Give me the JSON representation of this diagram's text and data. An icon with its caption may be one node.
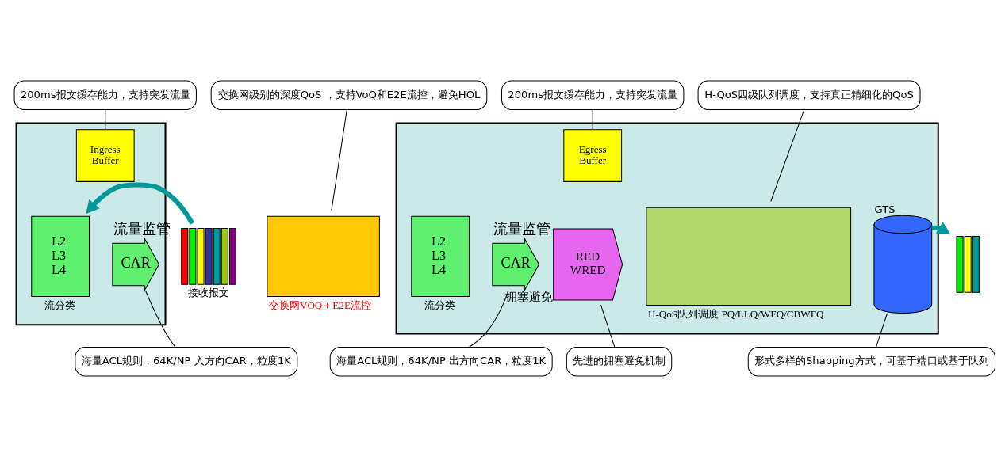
{
  "diagram": {
    "nodes": [
      {
        "text": [
          "200ms报文缓存能力，支持突发流量"
        ]
      },
      {
        "text": [
          "交换网级别的深度QoS ，支持VoQ和E2E流控，避免HOL"
        ]
      },
      {
        "text": [
          "200ms报文缓存能力，支持突发流量"
        ]
      },
      {
        "text": [
          "H-QoS四级队列调度，支持真正精细化的QoS"
        ]
      },
      {
        "text": [],
        "shape": "picture",
        "beside": [
          "接收报文"
        ]
      },
      {
        "text": [],
        "shape": "box"
      },
      {
        "text": [
          "Ingress Buffer"
        ],
        "in": 5
      },
      {
        "text": [
          "L2 L3 L4"
        ],
        "in": 5,
        "beside": [
          "流分类"
        ]
      },
      {
        "text": [
          "CAR"
        ],
        "in": 5,
        "beside": [
          "流量监管"
        ]
      },
      {
        "text": [],
        "shape": "box",
        "beside": [
          "交换网VOQ＋E2E流控"
        ]
      },
      {
        "text": [],
        "shape": "box"
      },
      {
        "text": [
          "Egress Buffer"
        ],
        "in": 10
      },
      {
        "text": [
          "L2 L3 L4"
        ],
        "in": 10,
        "beside": [
          "流分类"
        ]
      },
      {
        "text": [
          "CAR"
        ],
        "in": 10,
        "beside": [
          "流量监管"
        ]
      },
      {
        "text": [
          "RED WRED"
        ],
        "in": 10,
        "beside": [
          "拥塞避免"
        ]
      },
      {
        "text": [],
        "shape": "box",
        "in": 10,
        "beside": [
          "H-QoS队列调度 PQ/LLQ/WFQ/CBWFQ"
        ]
      },
      {
        "text": [],
        "shape": "cylinder",
        "in": 10,
        "beside": [
          "GTS"
        ]
      },
      {
        "text": [],
        "shape": "picture"
      },
      {
        "text": [
          "海量ACL规则，64K/NP 入方向CAR，粒度1K"
        ]
      },
      {
        "text": [
          "海量ACL规则，64K/NP 出方向CAR，粒度1K"
        ]
      },
      {
        "text": [
          "先进的拥塞避免机制"
        ]
      },
      {
        "text": [
          "形式多样的Shapping方式，可基于端口或基于队列"
        ]
      }
    ],
    "edges": [
      {
        "from": 4,
        "to": 7,
        "arrow": "to",
        "style": "thick",
        "color": "#009999"
      },
      {
        "from": 16,
        "to": 17,
        "arrow": "to",
        "style": "thick",
        "color": "#009999"
      },
      {
        "from": 0,
        "to": 6,
        "arrow": "none"
      },
      {
        "from": 1,
        "to": 9,
        "arrow": "none"
      },
      {
        "from": 2,
        "to": 11,
        "arrow": "none"
      },
      {
        "from": 3,
        "to": 15,
        "arrow": "none"
      },
      {
        "from": 18,
        "to": 8,
        "arrow": "none"
      },
      {
        "from": 19,
        "to": 13,
        "arrow": "none"
      },
      {
        "from": 20,
        "to": 14,
        "arrow": "none"
      },
      {
        "from": 21,
        "to": 16,
        "arrow": "none"
      }
    ]
  }
}
